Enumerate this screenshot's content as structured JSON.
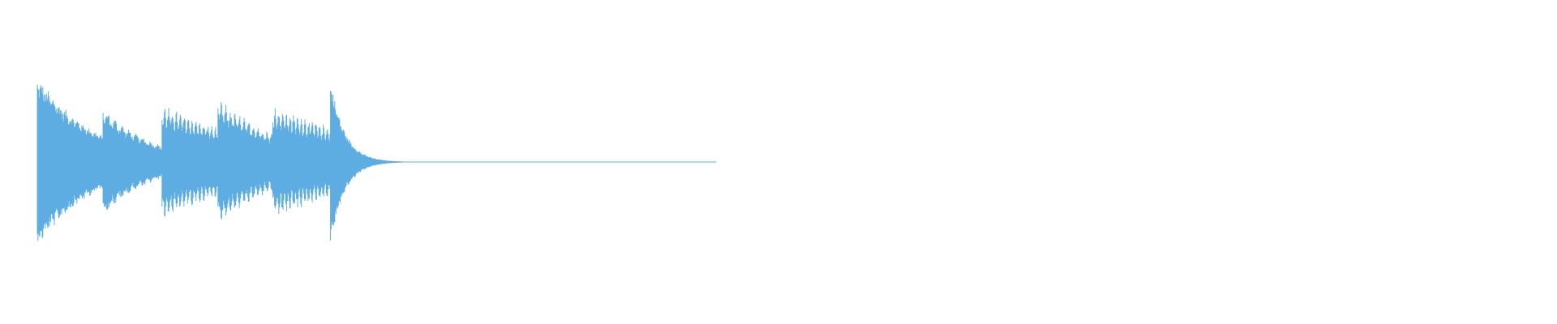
{
  "waveform": {
    "color": "#5dade2",
    "background": "#ffffff",
    "segments": [
      {
        "onset": 0.024,
        "peak": 0.99,
        "decay": 2.1,
        "tremolo": 0.1,
        "tremolo_hz": 26
      },
      {
        "onset": 0.066,
        "peak": 0.63,
        "decay": 2.4,
        "tremolo": 0.16,
        "tremolo_hz": 22
      },
      {
        "onset": 0.104,
        "peak": 0.66,
        "decay": 0.6,
        "tremolo": 0.3,
        "tremolo_hz": 40
      },
      {
        "onset": 0.14,
        "peak": 0.73,
        "decay": 1.4,
        "tremolo": 0.28,
        "tremolo_hz": 34
      },
      {
        "onset": 0.175,
        "peak": 0.66,
        "decay": 0.5,
        "tremolo": 0.34,
        "tremolo_hz": 42
      },
      {
        "onset": 0.212,
        "peak": 1.0,
        "decay": 11.0,
        "tremolo": 0.08,
        "tremolo_hz": 30
      }
    ],
    "end": 0.46
  }
}
